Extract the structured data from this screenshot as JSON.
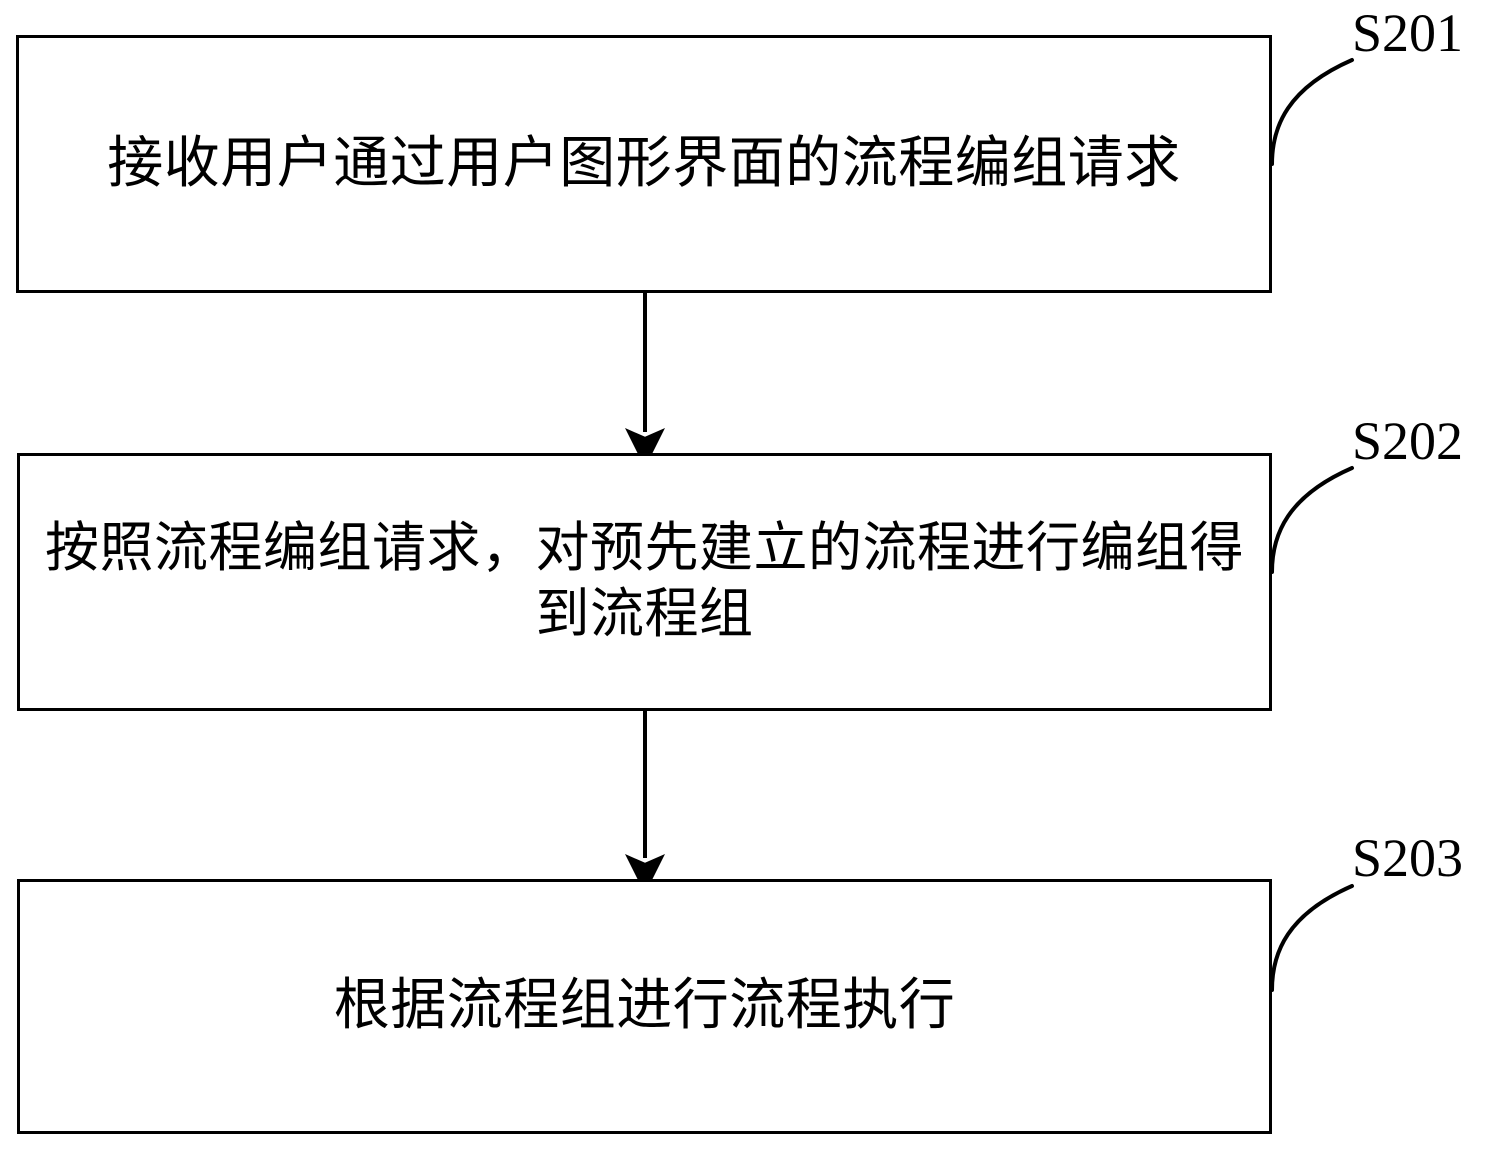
{
  "diagram": {
    "type": "flowchart",
    "orientation": "vertical",
    "title": "",
    "line_color": "#000000",
    "background_color": "#ffffff",
    "text_color": "#000000",
    "steps": [
      {
        "id": "S201",
        "label": "S201",
        "text": "接收用户通过用户图形界面的流程编组请求",
        "lines": [
          "接收用户通过用户图形界面的流程编组请求"
        ]
      },
      {
        "id": "S202",
        "label": "S202",
        "text": "按照流程编组请求，对预先建立的流程进行编组得到流程组",
        "lines": [
          "按照流程编组请求，对预先建立的流程进行编组",
          "得到流程组"
        ]
      },
      {
        "id": "S203",
        "label": "S203",
        "text": "根据流程组进行流程执行",
        "lines": [
          "根据流程组进行流程执行"
        ]
      }
    ],
    "connectors": [
      {
        "from": "S201",
        "to": "S202",
        "arrow": "down"
      },
      {
        "from": "S202",
        "to": "S203",
        "arrow": "down"
      }
    ]
  }
}
